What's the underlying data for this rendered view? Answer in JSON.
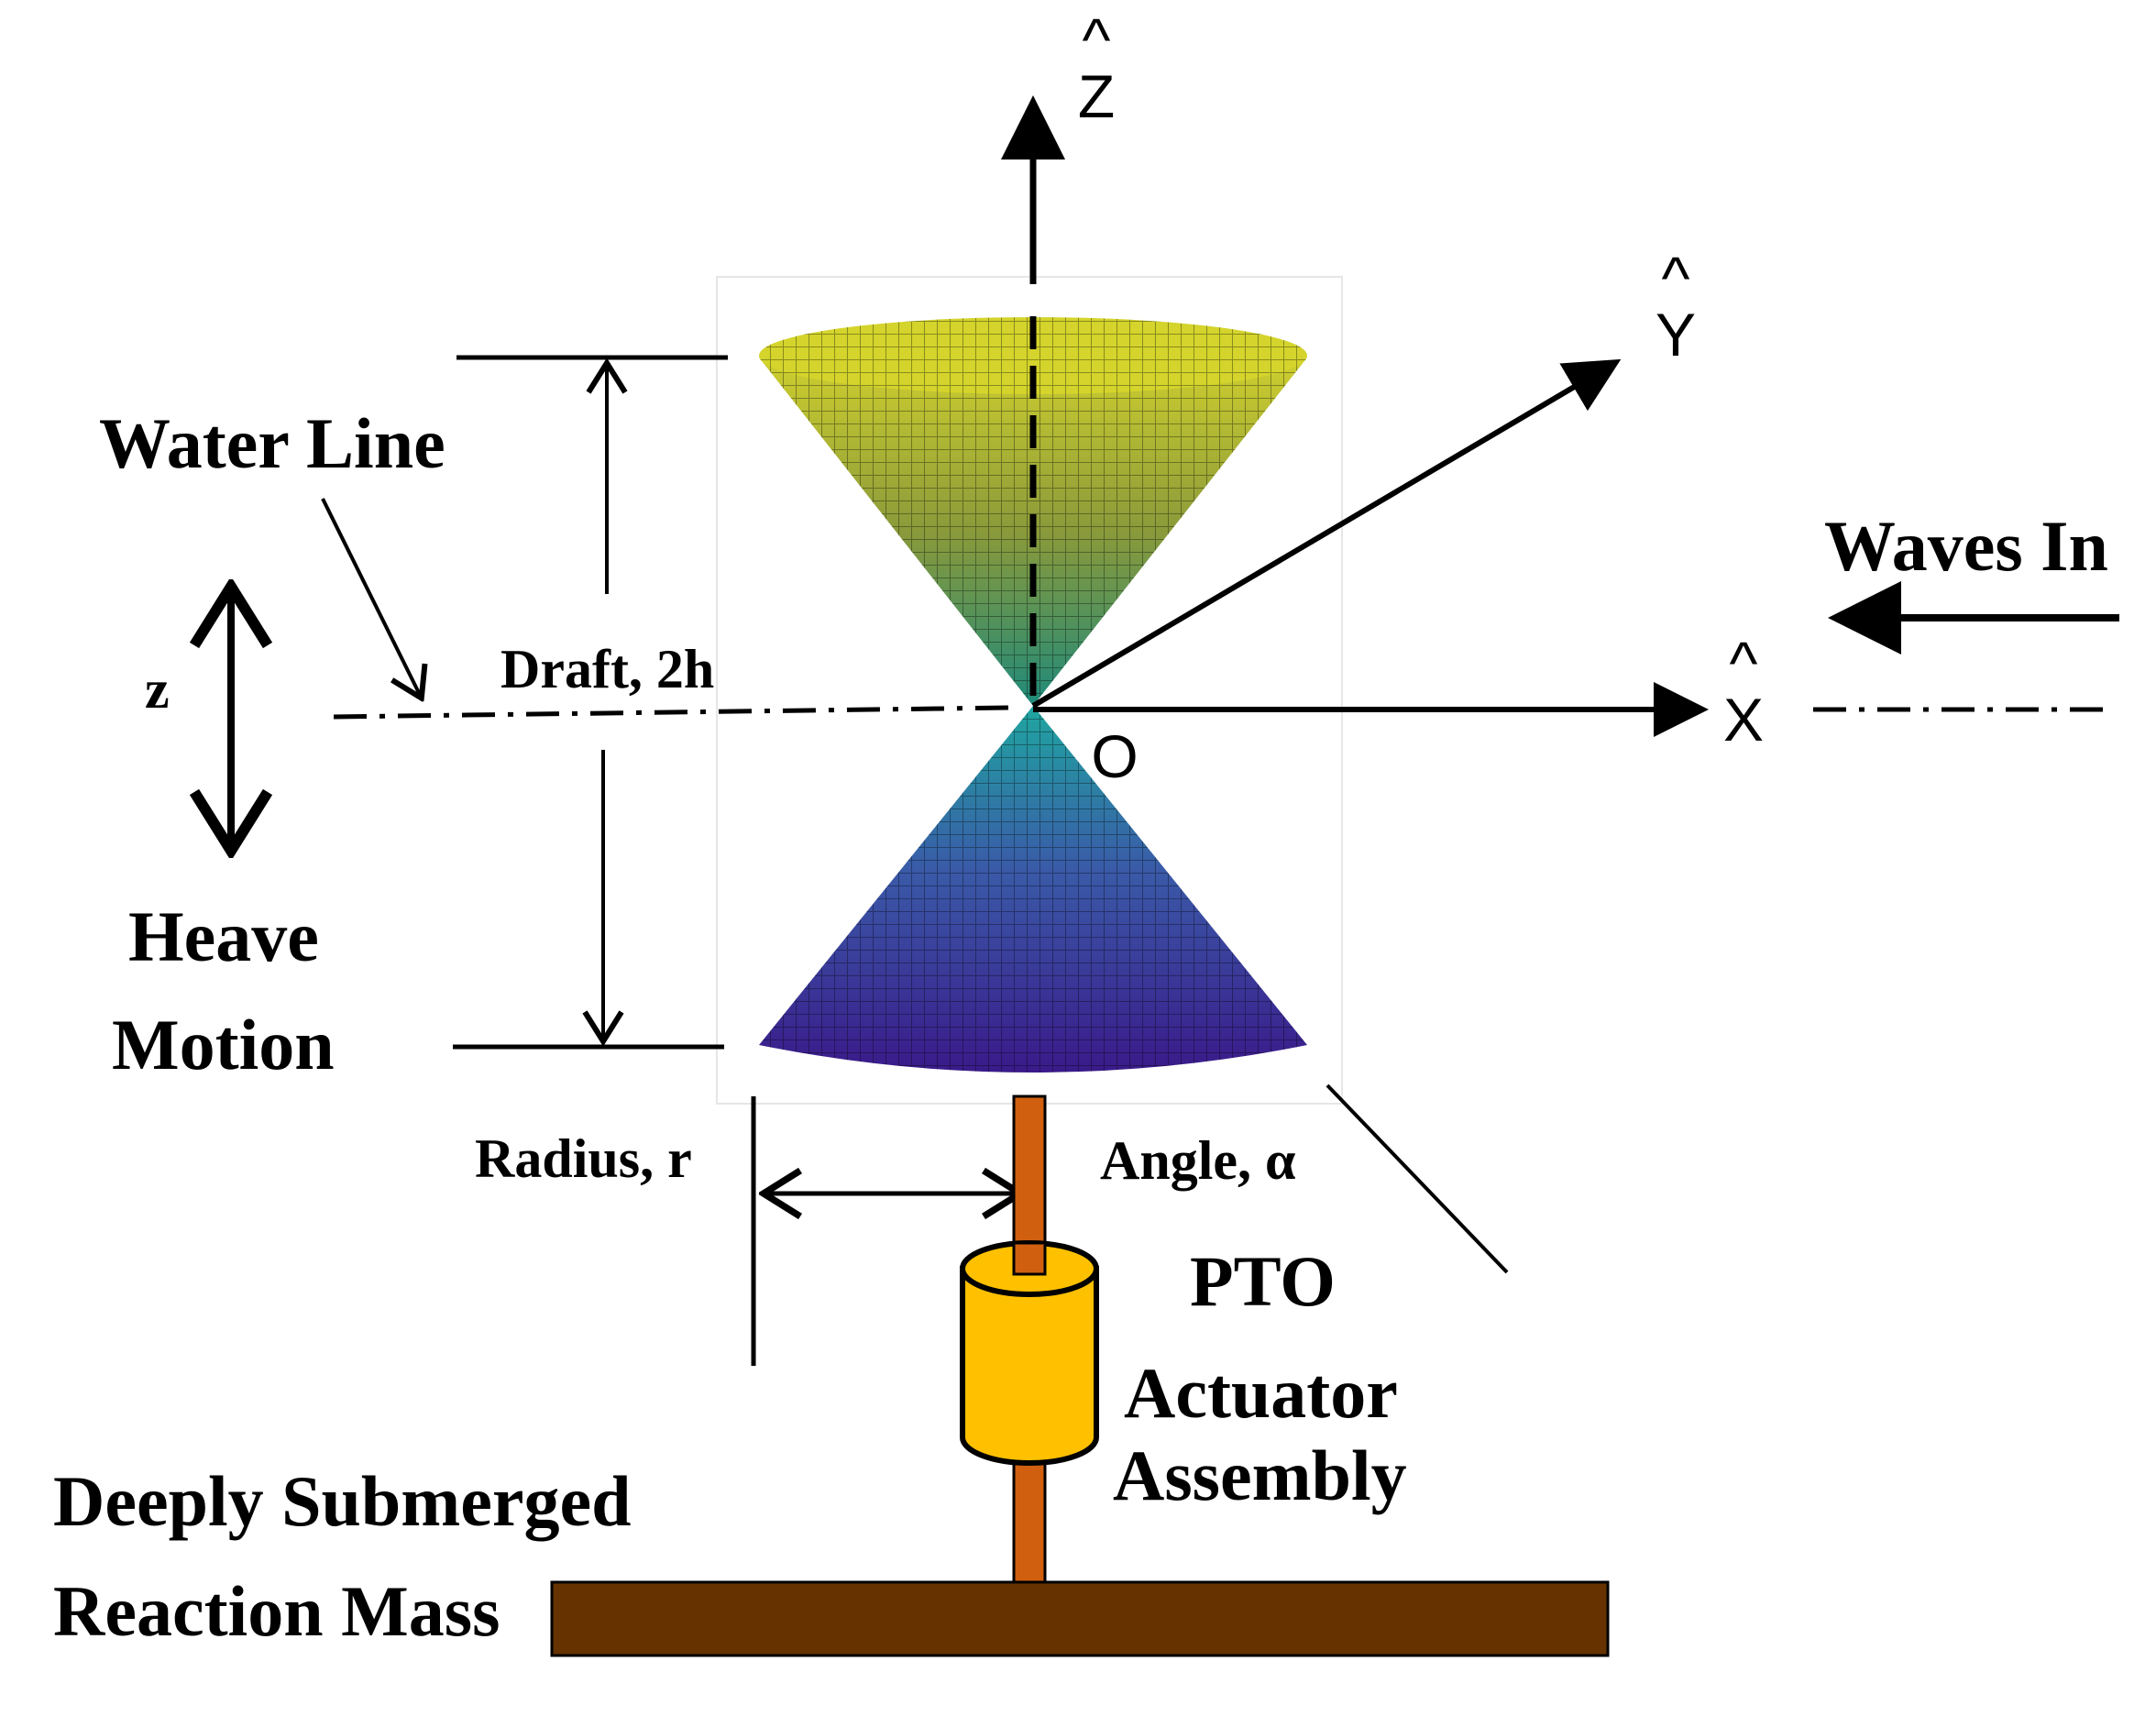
{
  "labels": {
    "z_axis": "Z",
    "y_axis": "Y",
    "x_axis": "X",
    "hat": "^",
    "origin": "O",
    "water_line": "Water Line",
    "waves_in": "Waves In",
    "z": "z",
    "draft": "Draft, 2h",
    "heave": "Heave",
    "motion": "Motion",
    "radius": "Radius, r",
    "angle": "Angle, α",
    "pto": "PTO",
    "actuator": "Actuator",
    "assembly": "Assembly",
    "deeply_submerged": "Deeply Submerged",
    "reaction_mass": "Reaction Mass"
  },
  "colors": {
    "upper_cone_top": "#c8c832",
    "upper_cone_bottom": "#2e9a78",
    "lower_cone_top": "#2aa3a0",
    "lower_cone_bottom": "#3b1f8c",
    "pto_body": "#ffc000",
    "pto_rod": "#d06010",
    "reaction_mass": "#663300"
  }
}
